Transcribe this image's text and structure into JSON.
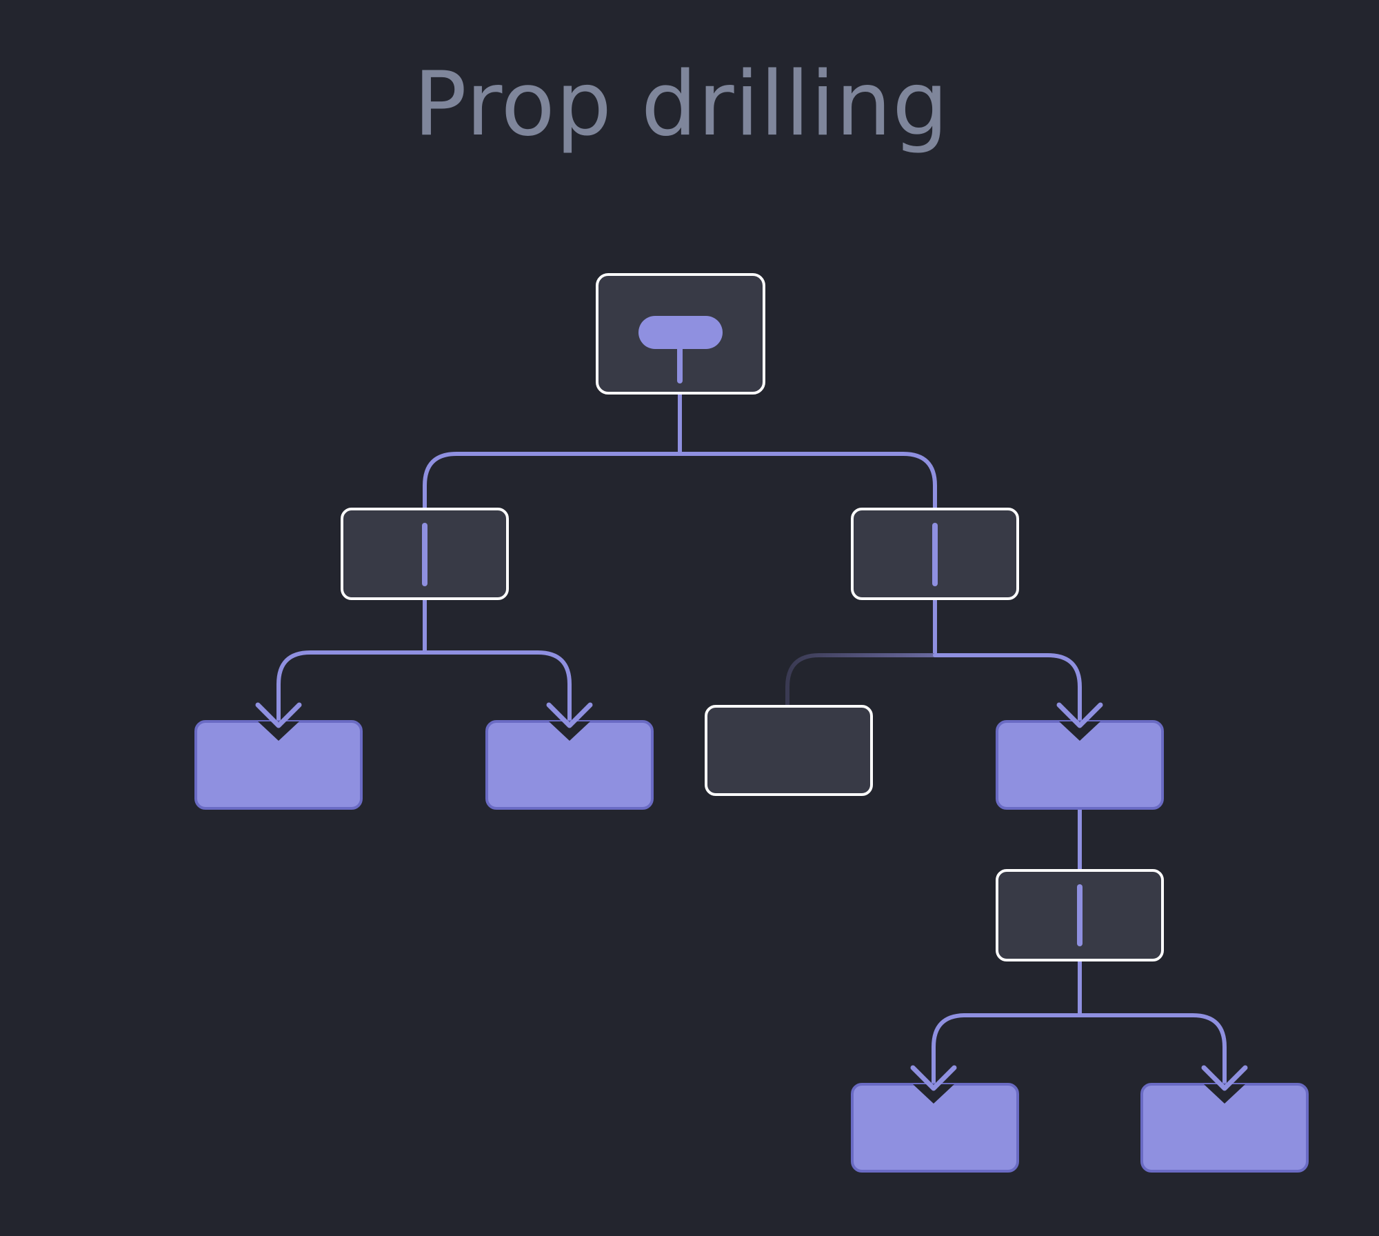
{
  "title": "Prop drilling",
  "colors": {
    "background": "#23252e",
    "title": "#7f869b",
    "accent": "#8f90e0",
    "accent_dark": "#6a6bc4",
    "node_fill": "#383a46",
    "node_border": "#ffffff",
    "faded_edge": "#4a4a6a"
  },
  "diagram": {
    "type": "component-tree",
    "nodes": [
      {
        "id": "root",
        "kind": "state-holder",
        "role": "source"
      },
      {
        "id": "left-parent",
        "kind": "intermediate",
        "role": "passes-props"
      },
      {
        "id": "right-parent",
        "kind": "intermediate",
        "role": "passes-props"
      },
      {
        "id": "left-child-1",
        "kind": "consumer",
        "role": "receives-props"
      },
      {
        "id": "left-child-2",
        "kind": "consumer",
        "role": "receives-props"
      },
      {
        "id": "right-child-1",
        "kind": "unrelated",
        "role": "no-props"
      },
      {
        "id": "right-child-2",
        "kind": "consumer-and-passer",
        "role": "receives-props"
      },
      {
        "id": "deep-parent",
        "kind": "intermediate",
        "role": "passes-props"
      },
      {
        "id": "deep-child-1",
        "kind": "consumer",
        "role": "receives-props"
      },
      {
        "id": "deep-child-2",
        "kind": "consumer",
        "role": "receives-props"
      }
    ],
    "edges": [
      {
        "from": "root",
        "to": "left-parent",
        "active": true
      },
      {
        "from": "root",
        "to": "right-parent",
        "active": true
      },
      {
        "from": "left-parent",
        "to": "left-child-1",
        "active": true
      },
      {
        "from": "left-parent",
        "to": "left-child-2",
        "active": true
      },
      {
        "from": "right-parent",
        "to": "right-child-1",
        "active": false
      },
      {
        "from": "right-parent",
        "to": "right-child-2",
        "active": true
      },
      {
        "from": "right-child-2",
        "to": "deep-parent",
        "active": true
      },
      {
        "from": "deep-parent",
        "to": "deep-child-1",
        "active": true
      },
      {
        "from": "deep-parent",
        "to": "deep-child-2",
        "active": true
      }
    ]
  }
}
